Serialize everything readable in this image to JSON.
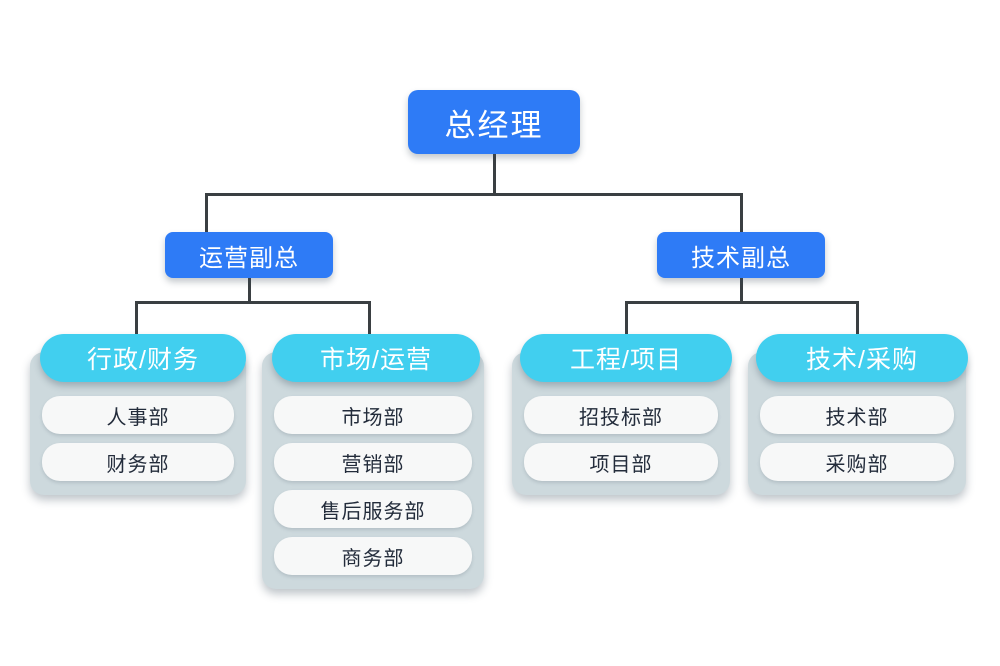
{
  "colors": {
    "background": "#ffffff",
    "node_blue": "#2e7bf6",
    "group_header_cyan": "#41cfef",
    "group_panel": "#cdd9dd",
    "item_pill": "#f7f8f8",
    "item_text": "#232c3b",
    "connector_line": "#3a3f42"
  },
  "chart_data": {
    "type": "org-chart",
    "title": "",
    "root": {
      "label": "总经理",
      "level": 1,
      "children": [
        {
          "label": "运营副总",
          "level": 2,
          "children": [
            {
              "label": "行政/财务",
              "level": 3,
              "children": [
                "人事部",
                "财务部"
              ]
            },
            {
              "label": "市场/运营",
              "level": 3,
              "children": [
                "市场部",
                "营销部",
                "售后服务部",
                "商务部"
              ]
            }
          ]
        },
        {
          "label": "技术副总",
          "level": 2,
          "children": [
            {
              "label": "工程/项目",
              "level": 3,
              "children": [
                "招投标部",
                "项目部"
              ]
            },
            {
              "label": "技术/采购",
              "level": 3,
              "children": [
                "技术部",
                "采购部"
              ]
            }
          ]
        }
      ]
    }
  },
  "nodes": {
    "root": {
      "label": "总经理"
    },
    "vp_left": {
      "label": "运营副总"
    },
    "vp_right": {
      "label": "技术副总"
    }
  },
  "groups": [
    {
      "header": "行政/财务",
      "items": [
        {
          "label": "人事部"
        },
        {
          "label": "财务部"
        }
      ]
    },
    {
      "header": "市场/运营",
      "items": [
        {
          "label": "市场部"
        },
        {
          "label": "营销部"
        },
        {
          "label": "售后服务部"
        },
        {
          "label": "商务部"
        }
      ]
    },
    {
      "header": "工程/项目",
      "items": [
        {
          "label": "招投标部"
        },
        {
          "label": "项目部"
        }
      ]
    },
    {
      "header": "技术/采购",
      "items": [
        {
          "label": "技术部"
        },
        {
          "label": "采购部"
        }
      ]
    }
  ]
}
